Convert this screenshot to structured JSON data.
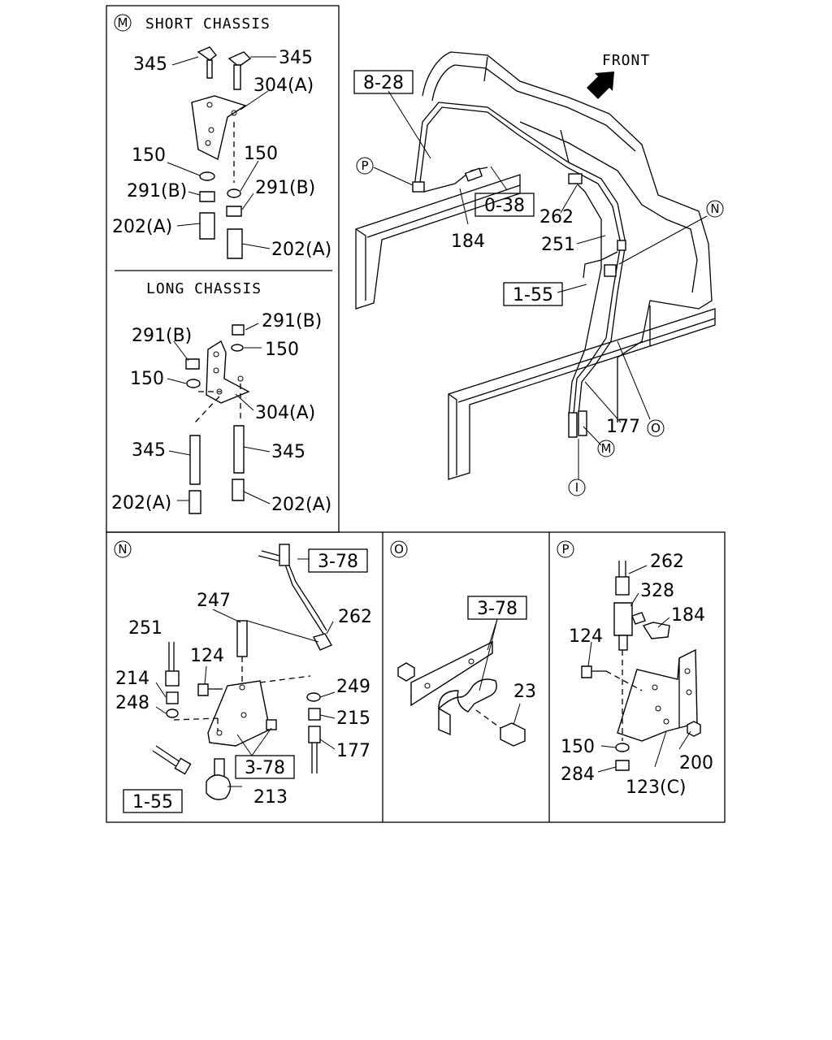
{
  "panel_m": {
    "marker": "M",
    "short_header": "SHORT CHASSIS",
    "long_header": "LONG CHASSIS",
    "short_labels": [
      "345",
      "345",
      "304(A)",
      "150",
      "150",
      "291(B)",
      "291(B)",
      "202(A)",
      "202(A)"
    ],
    "long_labels": [
      "291(B)",
      "291(B)",
      "150",
      "150",
      "304(A)",
      "345",
      "345",
      "202(A)",
      "202(A)"
    ]
  },
  "main": {
    "front": "FRONT",
    "refs": [
      "8-28",
      "0-38",
      "1-55"
    ],
    "labels": [
      "262",
      "184",
      "251",
      "177"
    ],
    "markers": [
      "P",
      "N",
      "O",
      "M",
      "I"
    ]
  },
  "panel_n": {
    "marker": "N",
    "refs": [
      "3-78",
      "3-78",
      "1-55"
    ],
    "labels": [
      "247",
      "262",
      "251",
      "124",
      "249",
      "214",
      "215",
      "248",
      "177",
      "213"
    ]
  },
  "panel_o": {
    "marker": "O",
    "refs": [
      "3-78"
    ],
    "labels": [
      "23"
    ]
  },
  "panel_p": {
    "marker": "P",
    "labels": [
      "262",
      "328",
      "184",
      "124",
      "150",
      "200",
      "284",
      "123(C)"
    ]
  }
}
